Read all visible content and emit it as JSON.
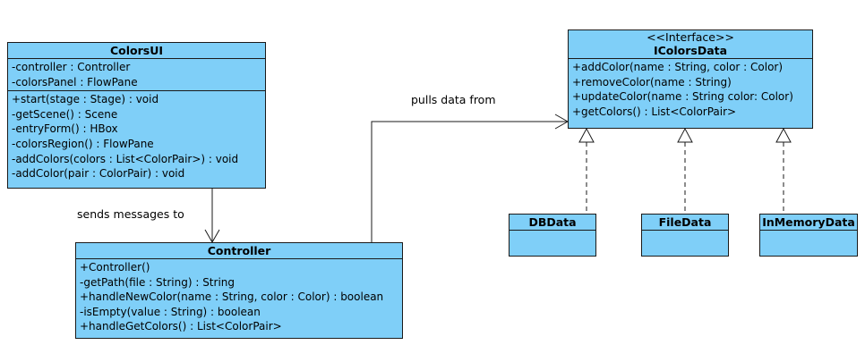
{
  "classes": {
    "colors_ui": {
      "name": "ColorsUI",
      "attributes": [
        "-controller : Controller",
        "-colorsPanel : FlowPane"
      ],
      "operations": [
        "+start(stage : Stage) : void",
        "-getScene() : Scene",
        "-entryForm() : HBox",
        "-colorsRegion() : FlowPane",
        "-addColors(colors : List<ColorPair>) : void",
        "-addColor(pair : ColorPair) : void"
      ]
    },
    "controller": {
      "name": "Controller",
      "operations": [
        "+Controller()",
        "-getPath(file : String) : String",
        "+handleNewColor(name : String, color : Color) : boolean",
        "-isEmpty(value : String) : boolean",
        "+handleGetColors() : List<ColorPair>"
      ]
    },
    "icolors_data": {
      "stereotype": "<<Interface>>",
      "name": "IColorsData",
      "operations": [
        "+addColor(name : String, color : Color)",
        "+removeColor(name : String)",
        "+updateColor(name : String color: Color)",
        "+getColors() : List<ColorPair>"
      ]
    },
    "db_data": {
      "name": "DBData"
    },
    "file_data": {
      "name": "FileData"
    },
    "in_memory_data": {
      "name": "InMemoryData"
    }
  },
  "relations": {
    "sends_label": "sends messages to",
    "pulls_label": "pulls data from"
  },
  "colors": {
    "class_fill": "#7fcff8",
    "stroke": "#1a1a1a"
  }
}
